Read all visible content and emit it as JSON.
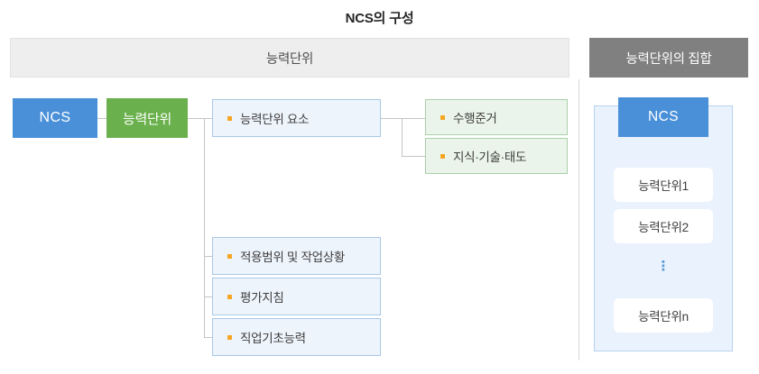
{
  "title": "NCS의 구성",
  "headers": {
    "left": "능력단위",
    "right": "능력단위의 집합"
  },
  "root": {
    "ncs": "NCS",
    "unit": "능력단위"
  },
  "unit_children": [
    {
      "label": "능력단위 요소"
    },
    {
      "label": "적용범위 및 작업상황"
    },
    {
      "label": "평가지침"
    },
    {
      "label": "직업기초능력"
    }
  ],
  "element_children": [
    {
      "label": "수행준거"
    },
    {
      "label": "지식·기술·태도"
    }
  ],
  "aggregate": {
    "ncs": "NCS",
    "items": [
      "능력단위1",
      "능력단위2",
      "능력단위n"
    ],
    "ellipsis": "⋮"
  },
  "colors": {
    "blue": "#4a90d9",
    "green": "#6ab04c",
    "header_light": "#eeeeee",
    "header_dark": "#808080",
    "leaf_blue_bg": "#eef4fc",
    "leaf_green_bg": "#ebf4eb",
    "bullet": "#f5a623",
    "panel_bg": "#eaf2fd"
  }
}
